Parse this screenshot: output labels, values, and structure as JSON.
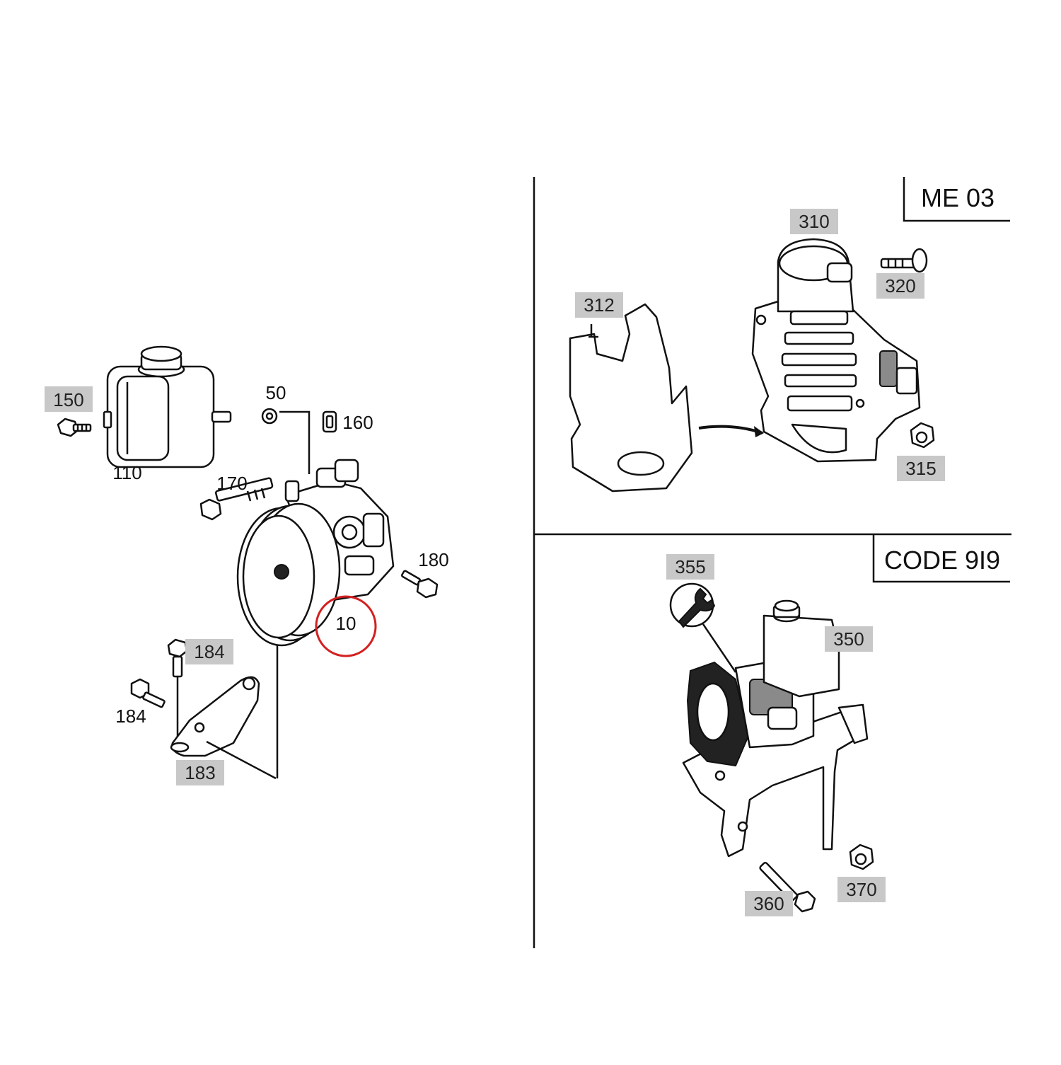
{
  "callouts": {
    "c10": "10",
    "c50": "50",
    "c110": "110",
    "c150": "150",
    "c160": "160",
    "c170": "170",
    "c180": "180",
    "c183": "183",
    "c184a": "184",
    "c184b": "184",
    "c310": "310",
    "c312": "312",
    "c315": "315",
    "c320": "320",
    "c350": "350",
    "c355": "355",
    "c360": "360",
    "c370": "370"
  },
  "sections": {
    "me03": "ME 03",
    "code919": "CODE 9I9"
  },
  "colors": {
    "highlight_circle": "#d42020",
    "callout_box": "#c8c8c8",
    "line": "#111111"
  }
}
